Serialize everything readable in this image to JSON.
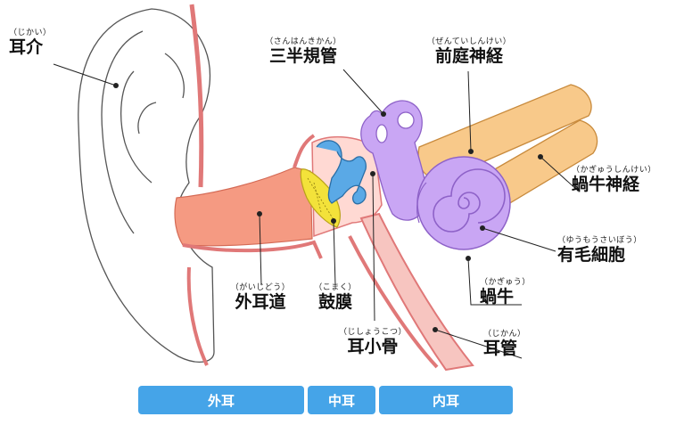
{
  "labels": {
    "jikai": {
      "ruby": "（じかい）",
      "term": "耳介"
    },
    "sankankikan": {
      "ruby": "（さんはんきかん）",
      "term": "三半規管"
    },
    "zentei": {
      "ruby": "（ぜんていしんけい）",
      "term": "前庭神経"
    },
    "kagyu_shinkei": {
      "ruby": "（かぎゅうしんけい）",
      "term": "蝸牛神経"
    },
    "yumou": {
      "ruby": "（ゆうもうさいぼう）",
      "term": "有毛細胞"
    },
    "kagyu": {
      "ruby": "（かぎゅう）",
      "term": "蝸牛"
    },
    "gaijido": {
      "ruby": "（がいじどう）",
      "term": "外耳道"
    },
    "komaku": {
      "ruby": "（こまく）",
      "term": "鼓膜"
    },
    "jishoukotsu": {
      "ruby": "（じしょうこつ）",
      "term": "耳小骨"
    },
    "jikan": {
      "ruby": "（じかん）",
      "term": "耳管"
    }
  },
  "sections": {
    "outer": "外耳",
    "middle": "中耳",
    "inner": "内耳"
  },
  "colors": {
    "ear_canal": "#f59a82",
    "eardrum": "#f3e23a",
    "ossicles": "#5aa9e6",
    "labyrinth": "#c9a6f4",
    "nerve": "#f8c98a",
    "eustachian": "#f7c5c0",
    "skin_line": "#e07878",
    "section_bar": "#45a4e8"
  }
}
